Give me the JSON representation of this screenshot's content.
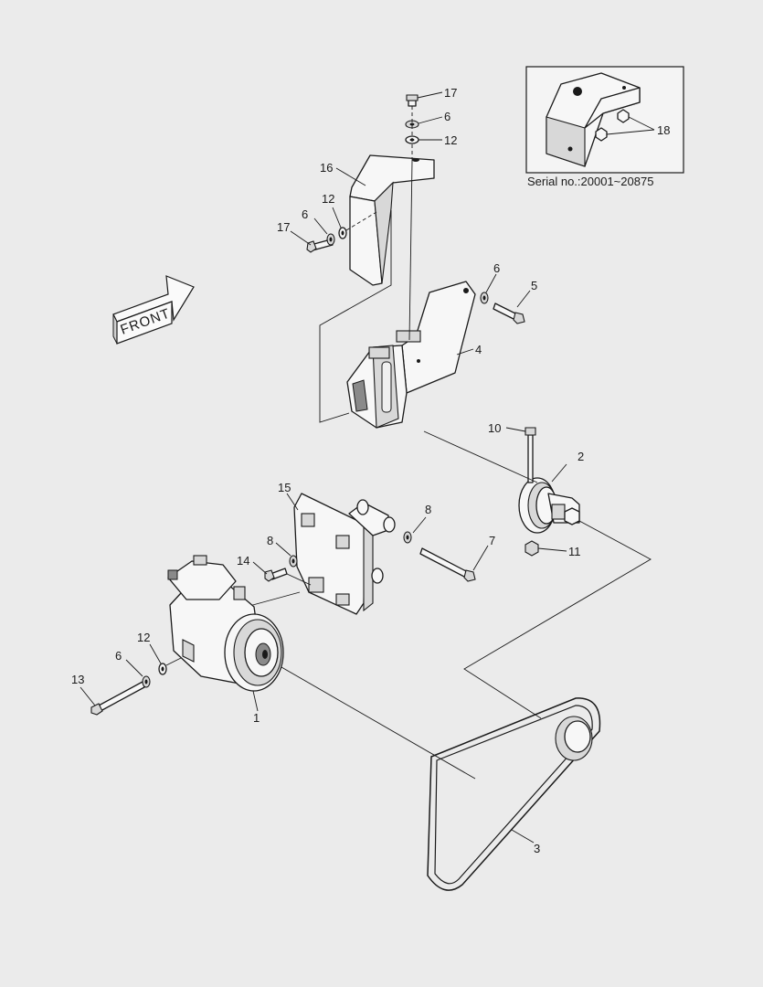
{
  "diagram": {
    "front_label": "FRONT",
    "serial_note": "Serial no.:20001~20875",
    "callouts": [
      {
        "id": "c17a",
        "text": "17"
      },
      {
        "id": "c6a",
        "text": "6"
      },
      {
        "id": "c12a",
        "text": "12"
      },
      {
        "id": "c16",
        "text": "16"
      },
      {
        "id": "c12b",
        "text": "12"
      },
      {
        "id": "c6b",
        "text": "6"
      },
      {
        "id": "c17b",
        "text": "17"
      },
      {
        "id": "c18",
        "text": "18"
      },
      {
        "id": "c6c",
        "text": "6"
      },
      {
        "id": "c5",
        "text": "5"
      },
      {
        "id": "c4",
        "text": "4"
      },
      {
        "id": "c10",
        "text": "10"
      },
      {
        "id": "c2",
        "text": "2"
      },
      {
        "id": "c11",
        "text": "11"
      },
      {
        "id": "c15",
        "text": "15"
      },
      {
        "id": "c8a",
        "text": "8"
      },
      {
        "id": "c7",
        "text": "7"
      },
      {
        "id": "c8b",
        "text": "8"
      },
      {
        "id": "c14",
        "text": "14"
      },
      {
        "id": "c12c",
        "text": "12"
      },
      {
        "id": "c6d",
        "text": "6"
      },
      {
        "id": "c13",
        "text": "13"
      },
      {
        "id": "c1",
        "text": "1"
      },
      {
        "id": "c3",
        "text": "3"
      }
    ]
  }
}
